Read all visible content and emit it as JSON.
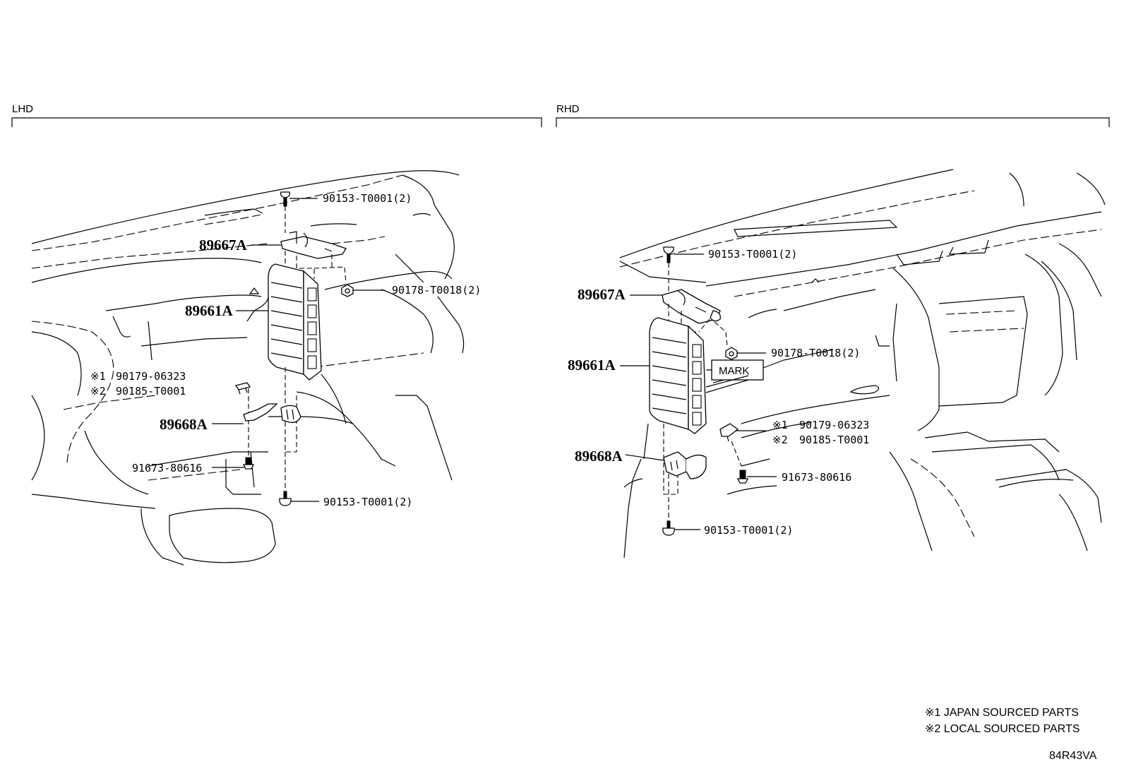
{
  "sections": {
    "lhd": {
      "title": "LHD"
    },
    "rhd": {
      "title": "RHD"
    }
  },
  "lhd": {
    "bolt_top": "90153-T0001(2)",
    "bracket_upper": "89667A",
    "nut": "90178-T0018(2)",
    "ecu": "89661A",
    "clip_1_mark": "※1",
    "clip_1": "90179-06323",
    "clip_2_mark": "※2",
    "clip_2": "90185-T0001",
    "bracket_lower": "89668A",
    "screw": "91673-80616",
    "bolt_bottom": "90153-T0001(2)"
  },
  "rhd": {
    "bolt_top": "90153-T0001(2)",
    "bracket_upper": "89667A",
    "nut": "90178-T0018(2)",
    "ecu": "89661A",
    "mark": "MARK",
    "clip_1_mark": "※1",
    "clip_1": "90179-06323",
    "clip_2_mark": "※2",
    "clip_2": "90185-T0001",
    "bracket_lower": "89668A",
    "screw": "91673-80616",
    "bolt_bottom": "90153-T0001(2)"
  },
  "notes": {
    "note_1": "※1 JAPAN SOURCED PARTS",
    "note_2": "※2 LOCAL SOURCED PARTS"
  },
  "figure_code": "84R43VA"
}
